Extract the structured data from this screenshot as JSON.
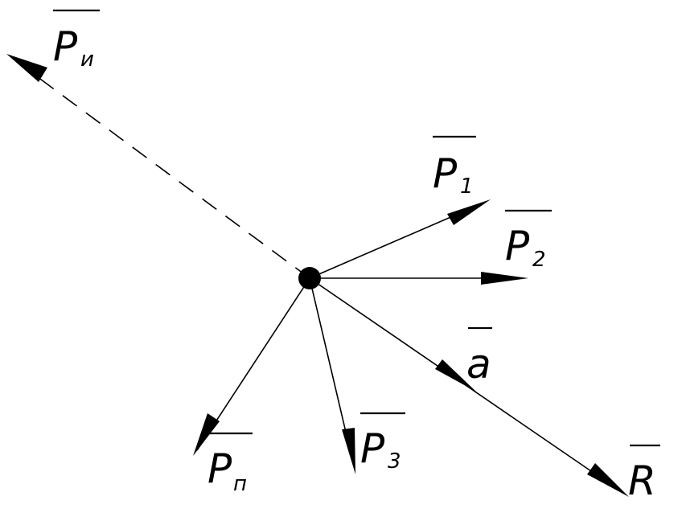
{
  "diagram": {
    "vectors": [
      {
        "id": "p_u",
        "main": "P",
        "sub": "и",
        "dashed": true
      },
      {
        "id": "p_1",
        "main": "P",
        "sub": "1",
        "dashed": false
      },
      {
        "id": "p_2",
        "main": "P",
        "sub": "2",
        "dashed": false
      },
      {
        "id": "a",
        "main": "a",
        "sub": "",
        "dashed": false
      },
      {
        "id": "r",
        "main": "R",
        "sub": "",
        "dashed": false
      },
      {
        "id": "p_3",
        "main": "P",
        "sub": "3",
        "dashed": false
      },
      {
        "id": "p_n",
        "main": "P",
        "sub": "п",
        "dashed": false
      }
    ]
  }
}
